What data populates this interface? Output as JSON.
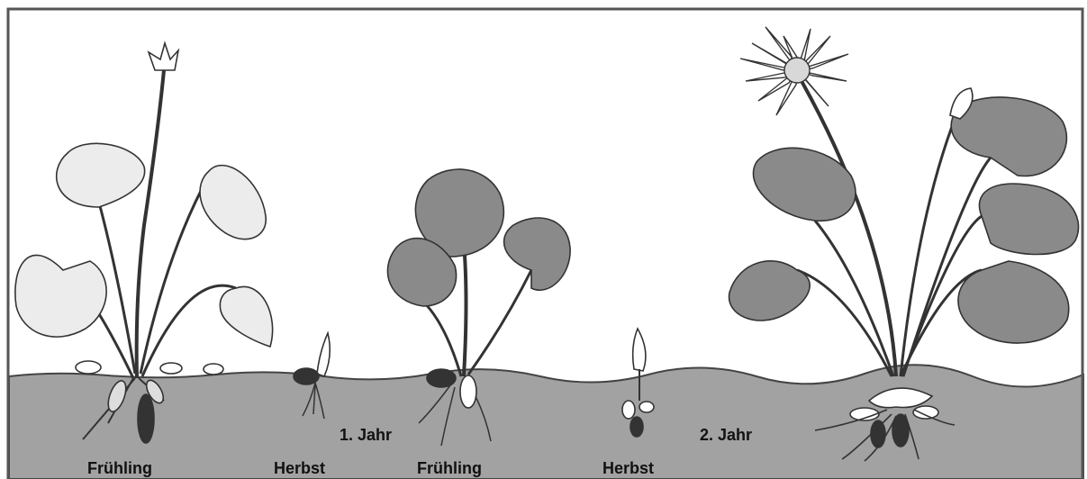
{
  "stages": [
    {
      "label": "Frühling"
    },
    {
      "label": "Herbst"
    },
    {
      "label": "Frühling"
    },
    {
      "label": "Herbst"
    }
  ],
  "years": [
    {
      "label": "1. Jahr"
    },
    {
      "label": "2. Jahr"
    }
  ],
  "colors": {
    "soil": "#a2a2a2",
    "sky": "#ffffff",
    "frame": "#555555",
    "leaf_pale": "#ececec",
    "leaf_dark": "#8a8a8a",
    "flower_center": "#d8d8d8",
    "tuber": "#333333"
  }
}
